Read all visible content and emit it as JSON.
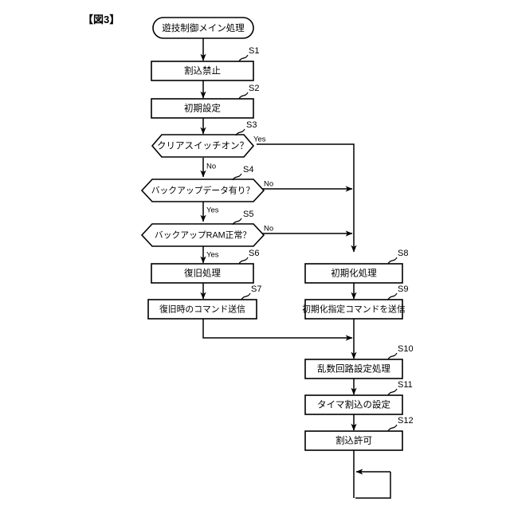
{
  "figure": {
    "number_label": "【図3】",
    "start_node": "遊技制御メイン処理"
  },
  "nodes": {
    "s1": {
      "step": "S1",
      "text": "割込禁止",
      "type": "process"
    },
    "s2": {
      "step": "S2",
      "text": "初期設定",
      "type": "process"
    },
    "s3": {
      "step": "S3",
      "text": "クリアスイッチオン？",
      "type": "decision",
      "yes": "Yes",
      "no": "No"
    },
    "s4": {
      "step": "S4",
      "text": "バックアップデータ有り？",
      "type": "decision",
      "yes": "Yes",
      "no": "No"
    },
    "s5": {
      "step": "S5",
      "text": "バックアップRAM正常？",
      "type": "decision",
      "yes": "Yes",
      "no": "No"
    },
    "s6": {
      "step": "S6",
      "text": "復旧処理",
      "type": "process"
    },
    "s7": {
      "step": "S7",
      "text": "復旧時のコマンド送信",
      "type": "process"
    },
    "s8": {
      "step": "S8",
      "text": "初期化処理",
      "type": "process"
    },
    "s9": {
      "step": "S9",
      "text": "初期化指定コマンドを送信",
      "type": "process"
    },
    "s10": {
      "step": "S10",
      "text": "乱数回路設定処理",
      "type": "process"
    },
    "s11": {
      "step": "S11",
      "text": "タイマ割込の設定",
      "type": "process"
    },
    "s12": {
      "step": "S12",
      "text": "割込許可",
      "type": "process"
    }
  },
  "branch_labels": {
    "s3_yes": "Yes",
    "s3_no": "No",
    "s4_no": "No",
    "s4_yes": "Yes",
    "s5_no": "No",
    "s5_yes": "Yes"
  },
  "colors": {
    "stroke": "#000000",
    "fill": "#ffffff",
    "background": "#ffffff"
  }
}
